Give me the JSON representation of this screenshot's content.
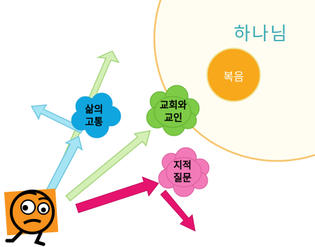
{
  "labels": {
    "god": "하나님",
    "gospel": "복음",
    "suffering": "삶의\n고통",
    "church": "교회와\n교인",
    "intellect": "지적\n질문"
  },
  "colors": {
    "god_area_fill": "#fffdf2",
    "god_area_stroke": "#f7c46c",
    "god_text": "#39a9b3",
    "gospel_fill": "#f7a81b",
    "arrow_cyan": "#8fdcf0",
    "arrow_green": "#cdeba8",
    "arrow_magenta": "#e6136e",
    "cloud_blue": "#0fa6e0",
    "cloud_green": "#7ecb47",
    "cloud_pink": "#f27ab8",
    "face_square": "#f7931e"
  },
  "icons": {
    "person": "confused-face-icon"
  }
}
